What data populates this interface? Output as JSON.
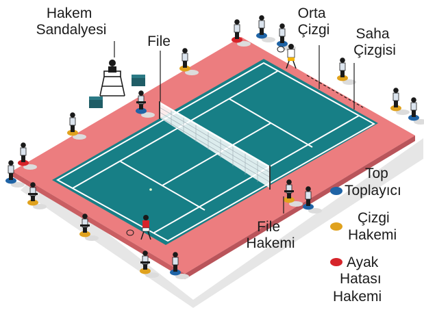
{
  "labels": {
    "umpire_chair": [
      "Hakem",
      "Sandalyesi"
    ],
    "net": "File",
    "center_line": [
      "Orta",
      "Çizgi"
    ],
    "court_line": [
      "Saha",
      "Çizgisi"
    ],
    "net_umpire": [
      "File",
      "Hakemi"
    ]
  },
  "legend": [
    {
      "label": [
        "Top",
        "Toplayıcı"
      ],
      "color": "#1f64a6"
    },
    {
      "label": [
        "Çizgi",
        "Hakemi"
      ],
      "color": "#e0a21e"
    },
    {
      "label": [
        "Ayak",
        "Hatası",
        "Hakemi"
      ],
      "color": "#d6242a"
    }
  ],
  "colors": {
    "surround": "#ec7d7f",
    "court": "#177f86",
    "court_line": "#ffffff",
    "shadow": "#dcdcdc",
    "text": "#1a1a1a"
  }
}
